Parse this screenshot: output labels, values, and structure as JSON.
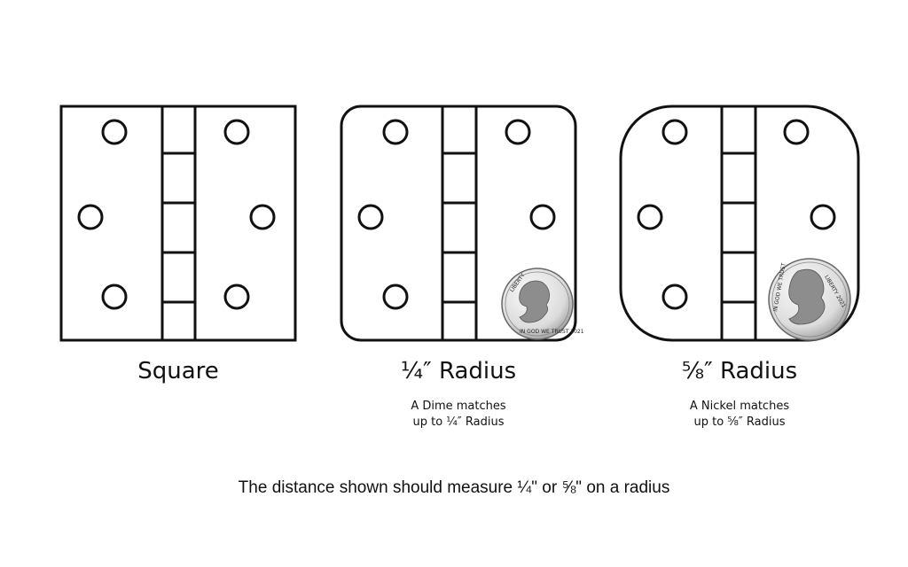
{
  "hinges": [
    {
      "id": "square",
      "title": "Square",
      "note": []
    },
    {
      "id": "quarter",
      "title": "¼″ Radius",
      "note": [
        "A Dime matches",
        "up to ¼″ Radius"
      ]
    },
    {
      "id": "fivegth",
      "title": "⅝″ Radius",
      "note": [
        "A Nickel matches",
        "up to ⅝″ Radius"
      ]
    }
  ],
  "coins": {
    "dime": {
      "top_text": "LIBERTY",
      "bottom_text": "IN GOD WE TRUST  2021"
    },
    "nickel": {
      "top_text": "IN GOD WE TRUST",
      "bottom_text": "LIBERTY 2021"
    }
  },
  "footer": "The distance shown should measure ¼\" or ⅝\" on a radius",
  "colors": {
    "line": "#111111",
    "coin_fill": "#e6e6e6",
    "coin_rim": "#555555"
  }
}
